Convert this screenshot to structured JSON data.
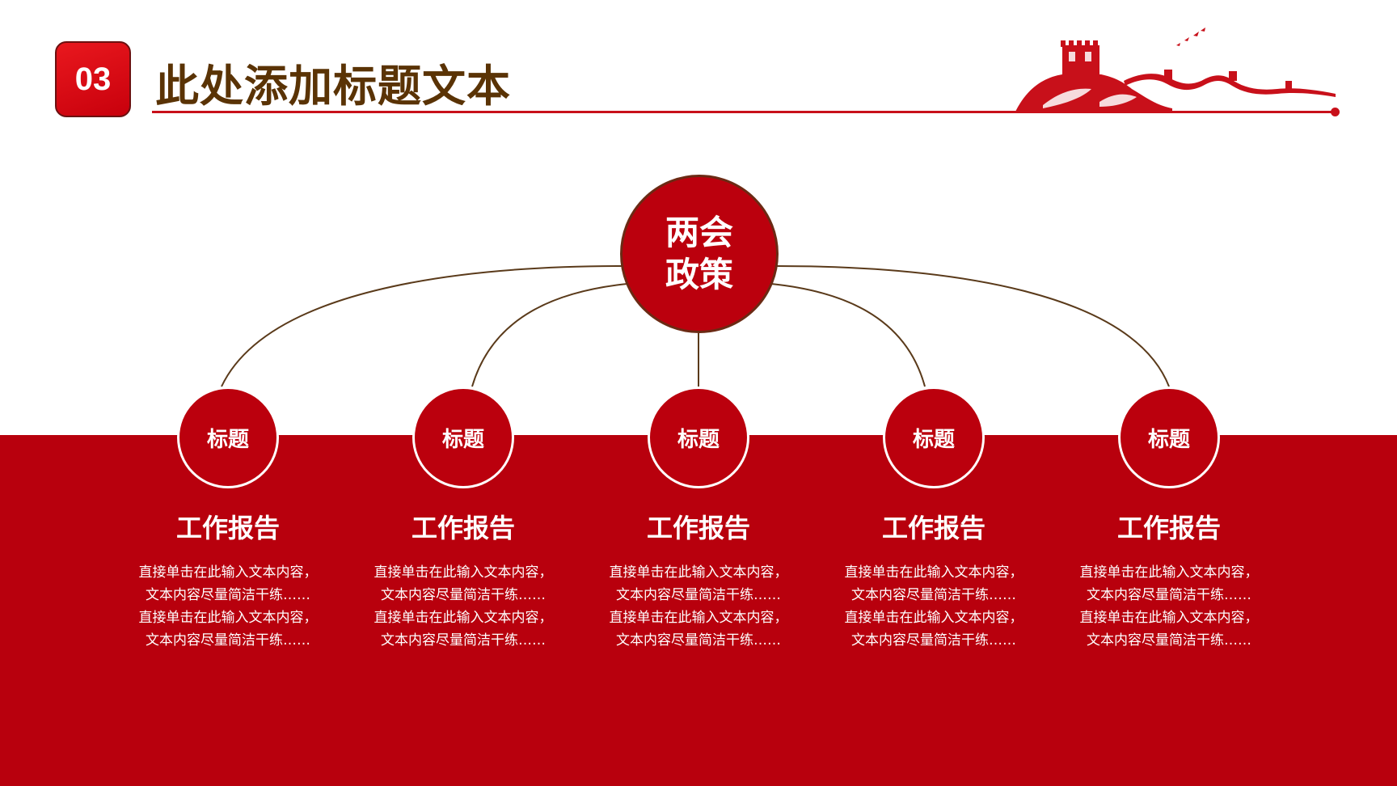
{
  "header": {
    "number": "03",
    "title": "此处添加标题文本"
  },
  "hub": {
    "label": "两会\n政策"
  },
  "branches": [
    {
      "node_label": "标题",
      "title": "工作报告",
      "lines": [
        "直接单击在此输入文本内容，",
        "文本内容尽量简洁干练……",
        "直接单击在此输入文本内容，",
        "文本内容尽量简洁干练……"
      ]
    },
    {
      "node_label": "标题",
      "title": "工作报告",
      "lines": [
        "直接单击在此输入文本内容，",
        "文本内容尽量简洁干练……",
        "直接单击在此输入文本内容，",
        "文本内容尽量简洁干练……"
      ]
    },
    {
      "node_label": "标题",
      "title": "工作报告",
      "lines": [
        "直接单击在此输入文本内容，",
        "文本内容尽量简洁干练……",
        "直接单击在此输入文本内容，",
        "文本内容尽量简洁干练……"
      ]
    },
    {
      "node_label": "标题",
      "title": "工作报告",
      "lines": [
        "直接单击在此输入文本内容，",
        "文本内容尽量简洁干练……",
        "直接单击在此输入文本内容，",
        "文本内容尽量简洁干练……"
      ]
    },
    {
      "node_label": "标题",
      "title": "工作报告",
      "lines": [
        "直接单击在此输入文本内容，",
        "文本内容尽量简洁干练……",
        "直接单击在此输入文本内容，",
        "文本内容尽量简洁干练……"
      ]
    }
  ],
  "colors": {
    "primary_red": "#b8000d",
    "title_brown": "#5a3305",
    "connector_brown": "#5a3a1a"
  },
  "icons": {
    "decoration": "great-wall-silhouette"
  }
}
